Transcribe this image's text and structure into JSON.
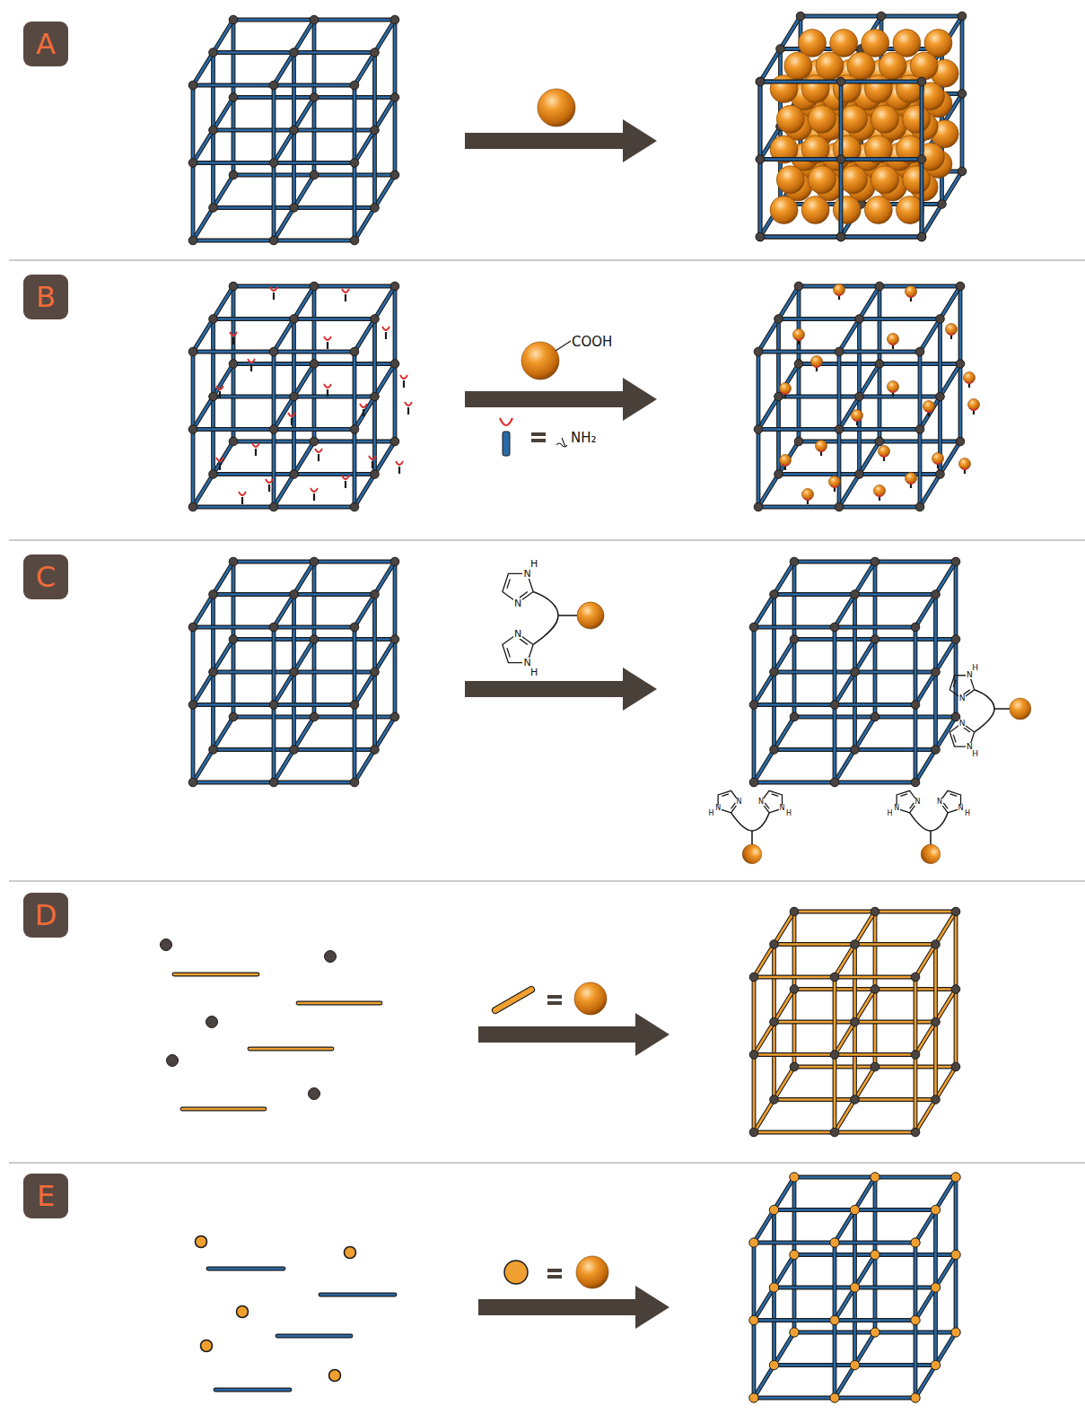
{
  "diagram": {
    "nodes": [
      {
        "text": [
          "A"
        ]
      },
      {
        "text": [
          "B"
        ]
      },
      {
        "text": [
          "C"
        ]
      },
      {
        "text": [
          "D"
        ]
      },
      {
        "text": [
          "E"
        ]
      }
    ],
    "labels": [
      "COOH",
      "NH₂",
      "H",
      "N",
      "N",
      "N",
      "N",
      "H",
      "H",
      "N",
      "N",
      "N",
      "N",
      "H",
      "H",
      "N",
      "N",
      "N",
      "N",
      "H",
      "H",
      "N",
      "N",
      "N",
      "N",
      "H"
    ]
  }
}
